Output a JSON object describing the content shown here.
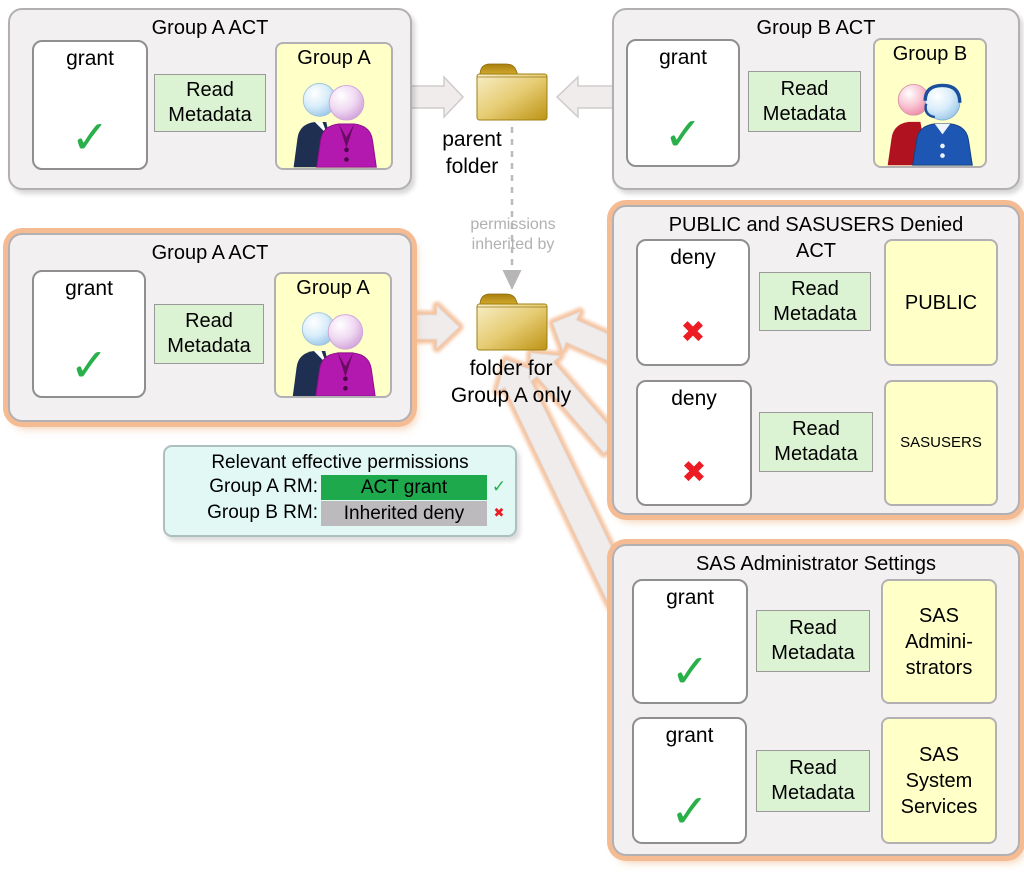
{
  "act_boxes": [
    {
      "title": "Group A ACT",
      "rows": [
        {
          "decision": "grant",
          "mark": "✓",
          "permission": "Read\nMetadata",
          "identity": "Group A"
        }
      ]
    },
    {
      "title": "Group B ACT",
      "rows": [
        {
          "decision": "grant",
          "mark": "✓",
          "permission": "Read\nMetadata",
          "identity": "Group B"
        }
      ]
    },
    {
      "title": "Group A ACT",
      "rows": [
        {
          "decision": "grant",
          "mark": "✓",
          "permission": "Read\nMetadata",
          "identity": "Group A"
        }
      ]
    },
    {
      "title": "PUBLIC and SASUSERS Denied\nACT",
      "rows": [
        {
          "decision": "deny",
          "mark": "✖",
          "permission": "Read\nMetadata",
          "identity": "PUBLIC"
        },
        {
          "decision": "deny",
          "mark": "✖",
          "permission": "Read\nMetadata",
          "identity": "SASUSERS"
        }
      ]
    },
    {
      "title": "SAS Administrator Settings",
      "rows": [
        {
          "decision": "grant",
          "mark": "✓",
          "permission": "Read\nMetadata",
          "identity": "SAS\nAdmini-\nstrators"
        },
        {
          "decision": "grant",
          "mark": "✓",
          "permission": "Read\nMetadata",
          "identity": "SAS\nSystem\nServices"
        }
      ]
    }
  ],
  "folders": {
    "parent_label": "parent\nfolder",
    "child_label": "folder for\nGroup A only"
  },
  "inheritance_note": "permissions\ninherited by",
  "legend": {
    "title": "Relevant effective permissions",
    "rows": [
      {
        "label": "Group A RM:",
        "value": "ACT grant",
        "mark": "✓",
        "result": "grant"
      },
      {
        "label": "Group B RM:",
        "value": "Inherited deny",
        "mark": "✖",
        "result": "deny"
      }
    ]
  },
  "colors": {
    "grant_green": "#2ab04a",
    "deny_red": "#ed1c24",
    "highlight_grant_bg": "#1ea94d",
    "highlight_deny_bg": "#bdbabd",
    "orange_accent": "#f5bb92",
    "permission_bg": "#dcf3d3",
    "identity_bg": "#ffffc8",
    "panel_bg": "#f2f0f1",
    "legend_bg": "#e1f8f4",
    "folder_gold": "#c9a227",
    "arrow_fill": "#efeceb"
  }
}
